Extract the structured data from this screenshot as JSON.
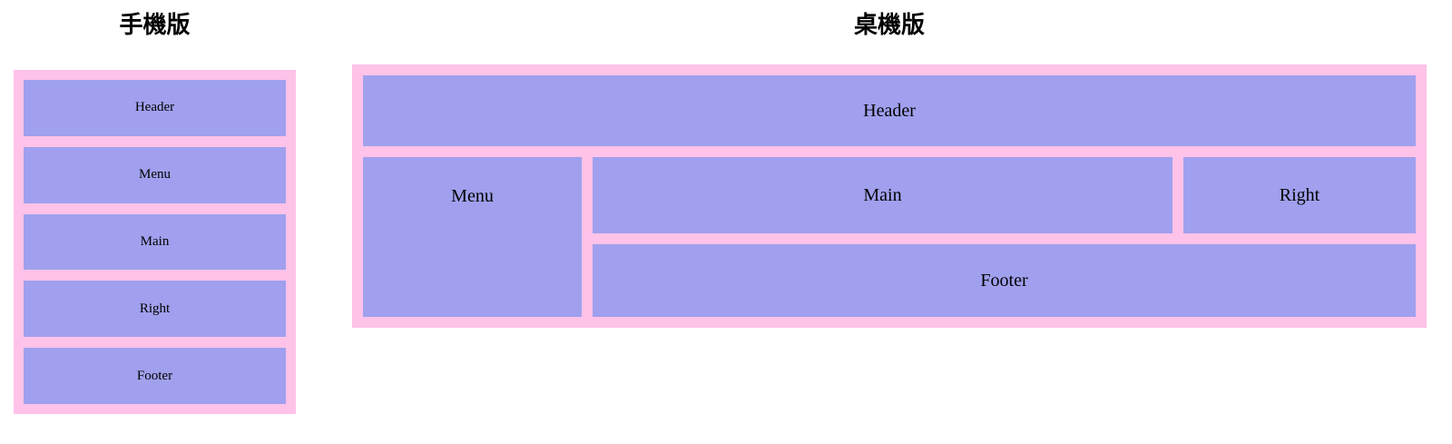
{
  "page": {
    "background_color": "#ffffff",
    "accent_pink": "#ffc2e8",
    "accent_purple": "#a0a0ee",
    "text_color": "#000000"
  },
  "mobile": {
    "title": "手機版",
    "blocks": [
      {
        "label": "Header"
      },
      {
        "label": "Menu"
      },
      {
        "label": "Main"
      },
      {
        "label": "Right"
      },
      {
        "label": "Footer"
      }
    ]
  },
  "desktop": {
    "title": "桌機版",
    "blocks": {
      "header": "Header",
      "menu": "Menu",
      "main": "Main",
      "right": "Right",
      "footer": "Footer"
    }
  }
}
